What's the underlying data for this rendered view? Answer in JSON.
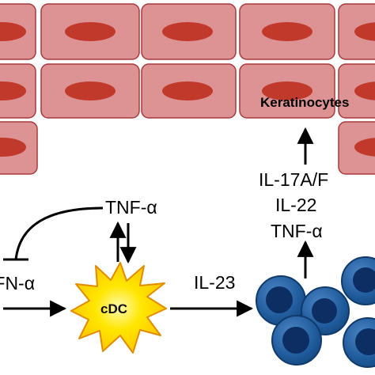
{
  "diagram": {
    "keratinocyte_label": "Keratinocytes",
    "cdc_label": "cDC",
    "ifn_label": "IFN-α",
    "tnf_label": "TNF-α",
    "il23_label": "IL-23",
    "th17_cytokines": {
      "line1": "IL-17A/F",
      "line2": "IL-22",
      "line3": "TNF-α"
    }
  },
  "colors": {
    "keratinocyte_fill": "#dd9394",
    "keratinocyte_stroke": "#a8393c",
    "keratinocyte_nucleus": "#c0392b",
    "cdc_fill": "#ffd700",
    "cdc_stroke": "#e08c00",
    "t_cell_fill": "#1f5a9a",
    "t_cell_nucleus": "#0c2e63",
    "arrow": "#000000"
  },
  "icons": {
    "keratinocyte": "keratinocyte-cell-icon",
    "cdc": "dendritic-cell-starburst-icon",
    "t_cell": "t-cell-icon"
  }
}
